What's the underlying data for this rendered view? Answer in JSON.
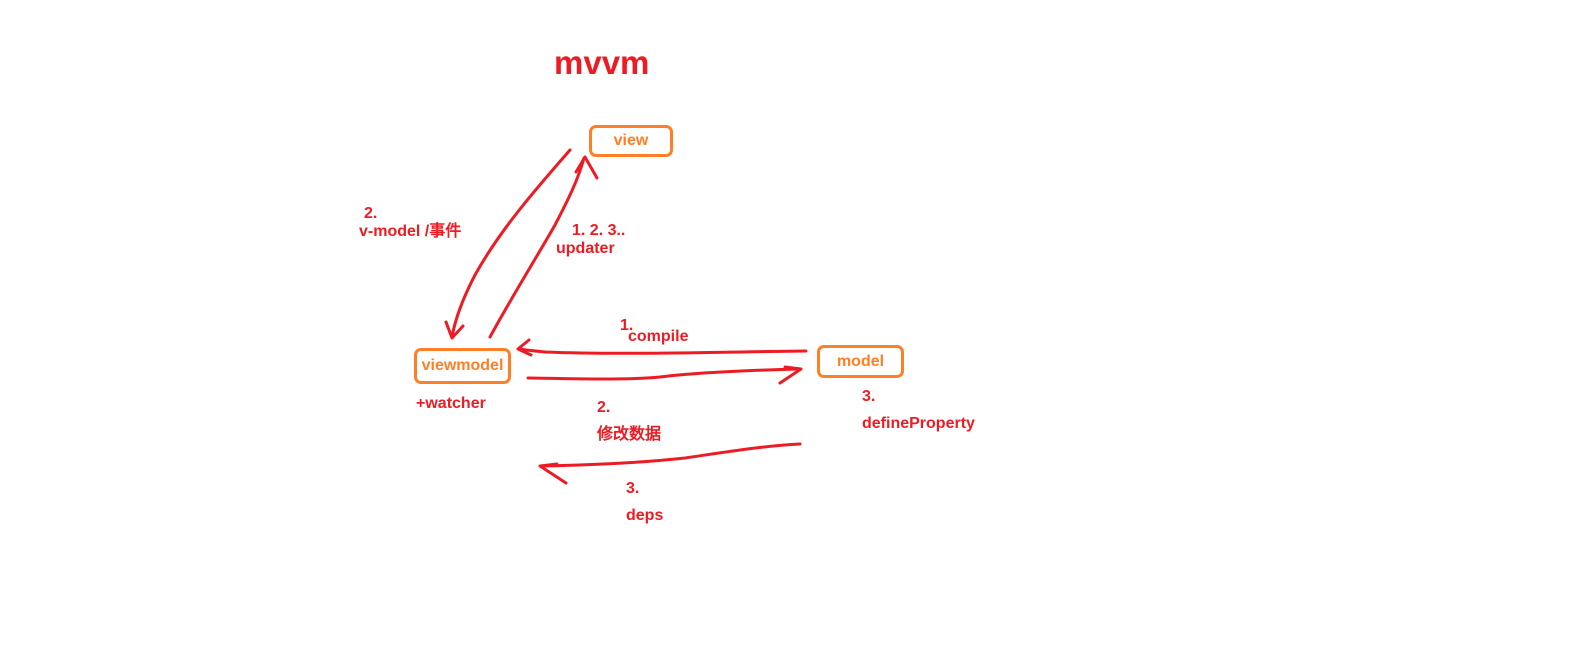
{
  "title": "mvvm",
  "nodes": {
    "view": "view",
    "viewmodel": "viewmodel",
    "model": "model"
  },
  "labels": {
    "vmodel_num": "2.",
    "vmodel_text": "v-model /事件",
    "updater_num": "1.  2.   3..",
    "updater_text": "updater",
    "compile_num": "1.",
    "compile_text": "compile",
    "watcher": "+watcher",
    "modify_num": "2.",
    "modify_text": "修改数据",
    "defprop_num": "3.",
    "defprop_text": "defineProperty",
    "deps_num": "3.",
    "deps_text": "deps"
  },
  "colors": {
    "node": "#ff7f27",
    "arrow": "#ed1c24",
    "text": "#ed1c24"
  }
}
